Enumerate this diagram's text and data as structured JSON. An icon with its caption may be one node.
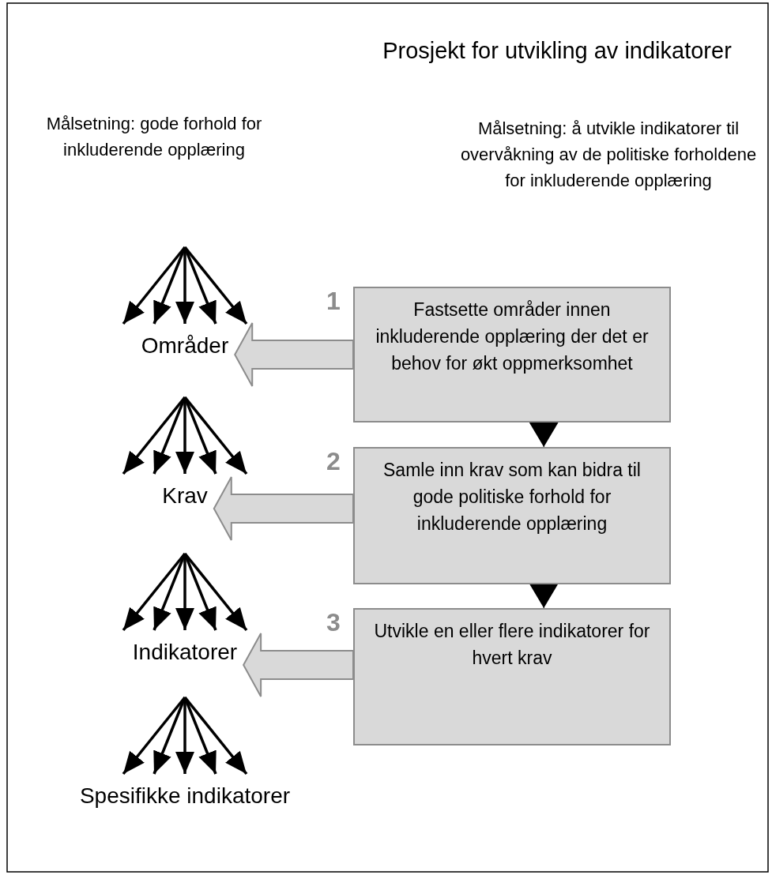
{
  "diagram": {
    "title": "Prosjekt for utvikling av indikatorer",
    "nodes": [
      {
        "text": [
          "Målsetning: gode forhold for inkluderende opplæring"
        ]
      },
      {
        "text": [
          "Områder"
        ]
      },
      {
        "text": [
          "Krav"
        ]
      },
      {
        "text": [
          "Indikatorer"
        ]
      },
      {
        "text": [
          "Spesifikke indikatorer"
        ]
      },
      {
        "text": [
          "Fastsette områder innen inkluderende opplæring der det er behov for økt oppmerksomhet"
        ],
        "beside": [
          "1"
        ]
      },
      {
        "text": [
          "Samle inn krav som kan bidra til gode politiske forhold for inkluderende opplæring"
        ],
        "beside": [
          "2"
        ]
      },
      {
        "text": [
          "Utvikle en eller flere indikatorer for hvert krav"
        ],
        "beside": [
          "3"
        ]
      }
    ],
    "edges": [
      {
        "from": null,
        "to": 1,
        "arrow": "to"
      },
      {
        "from": null,
        "to": 1,
        "arrow": "to"
      },
      {
        "from": null,
        "to": 1,
        "arrow": "to"
      },
      {
        "from": null,
        "to": 1,
        "arrow": "to"
      },
      {
        "from": null,
        "to": 1,
        "arrow": "to"
      },
      {
        "from": null,
        "to": 2,
        "arrow": "to"
      },
      {
        "from": null,
        "to": 2,
        "arrow": "to"
      },
      {
        "from": null,
        "to": 2,
        "arrow": "to"
      },
      {
        "from": null,
        "to": 2,
        "arrow": "to"
      },
      {
        "from": null,
        "to": 2,
        "arrow": "to"
      },
      {
        "from": null,
        "to": 3,
        "arrow": "to"
      },
      {
        "from": null,
        "to": 3,
        "arrow": "to"
      },
      {
        "from": null,
        "to": 3,
        "arrow": "to"
      },
      {
        "from": null,
        "to": 3,
        "arrow": "to"
      },
      {
        "from": null,
        "to": 3,
        "arrow": "to"
      },
      {
        "from": null,
        "to": 4,
        "arrow": "to"
      },
      {
        "from": null,
        "to": 4,
        "arrow": "to"
      },
      {
        "from": null,
        "to": 4,
        "arrow": "to"
      },
      {
        "from": null,
        "to": 4,
        "arrow": "to"
      },
      {
        "from": null,
        "to": 4,
        "arrow": "to"
      },
      {
        "from": 5,
        "to": 6,
        "arrow": "to"
      },
      {
        "from": 6,
        "to": 7,
        "arrow": "to"
      },
      {
        "from": 5,
        "to": 1,
        "arrow": "to",
        "style": "thick",
        "color": "#d9d9d9"
      },
      {
        "from": 6,
        "to": 2,
        "arrow": "to",
        "style": "thick",
        "color": "#d9d9d9"
      },
      {
        "from": 7,
        "to": 3,
        "arrow": "to",
        "style": "thick",
        "color": "#d9d9d9"
      }
    ],
    "labels": [
      "Målsetning: å utvikle indikatorer til overvåkning av de politiske forholdene for inkluderende opplæring"
    ]
  }
}
